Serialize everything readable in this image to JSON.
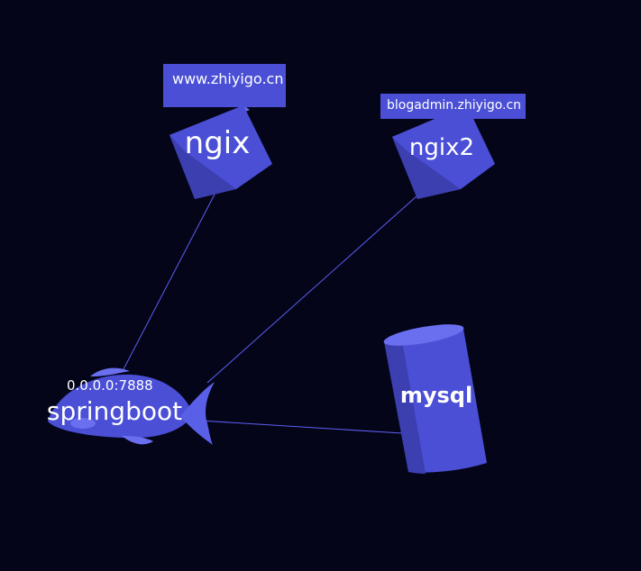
{
  "nodes": {
    "ngix": {
      "label": "ngix",
      "tag": "www.zhiyigo.cn"
    },
    "ngix2": {
      "label": "ngix2",
      "tag": "blogadmin.zhiyigo.cn"
    },
    "springboot": {
      "label": "springboot",
      "address": "0.0.0.0:7888"
    },
    "mysql": {
      "label": "mysql"
    }
  },
  "edges": [
    {
      "from": "springboot",
      "to": "ngix"
    },
    {
      "from": "springboot",
      "to": "ngix2"
    },
    {
      "from": "springboot",
      "to": "mysql"
    }
  ],
  "colors": {
    "background": "#05051a",
    "node_fill": "#4a4fd6",
    "node_light": "#6a6ff0",
    "node_dark": "#3b3fb0",
    "edge": "#5a5ff0",
    "text": "#ffffff"
  }
}
